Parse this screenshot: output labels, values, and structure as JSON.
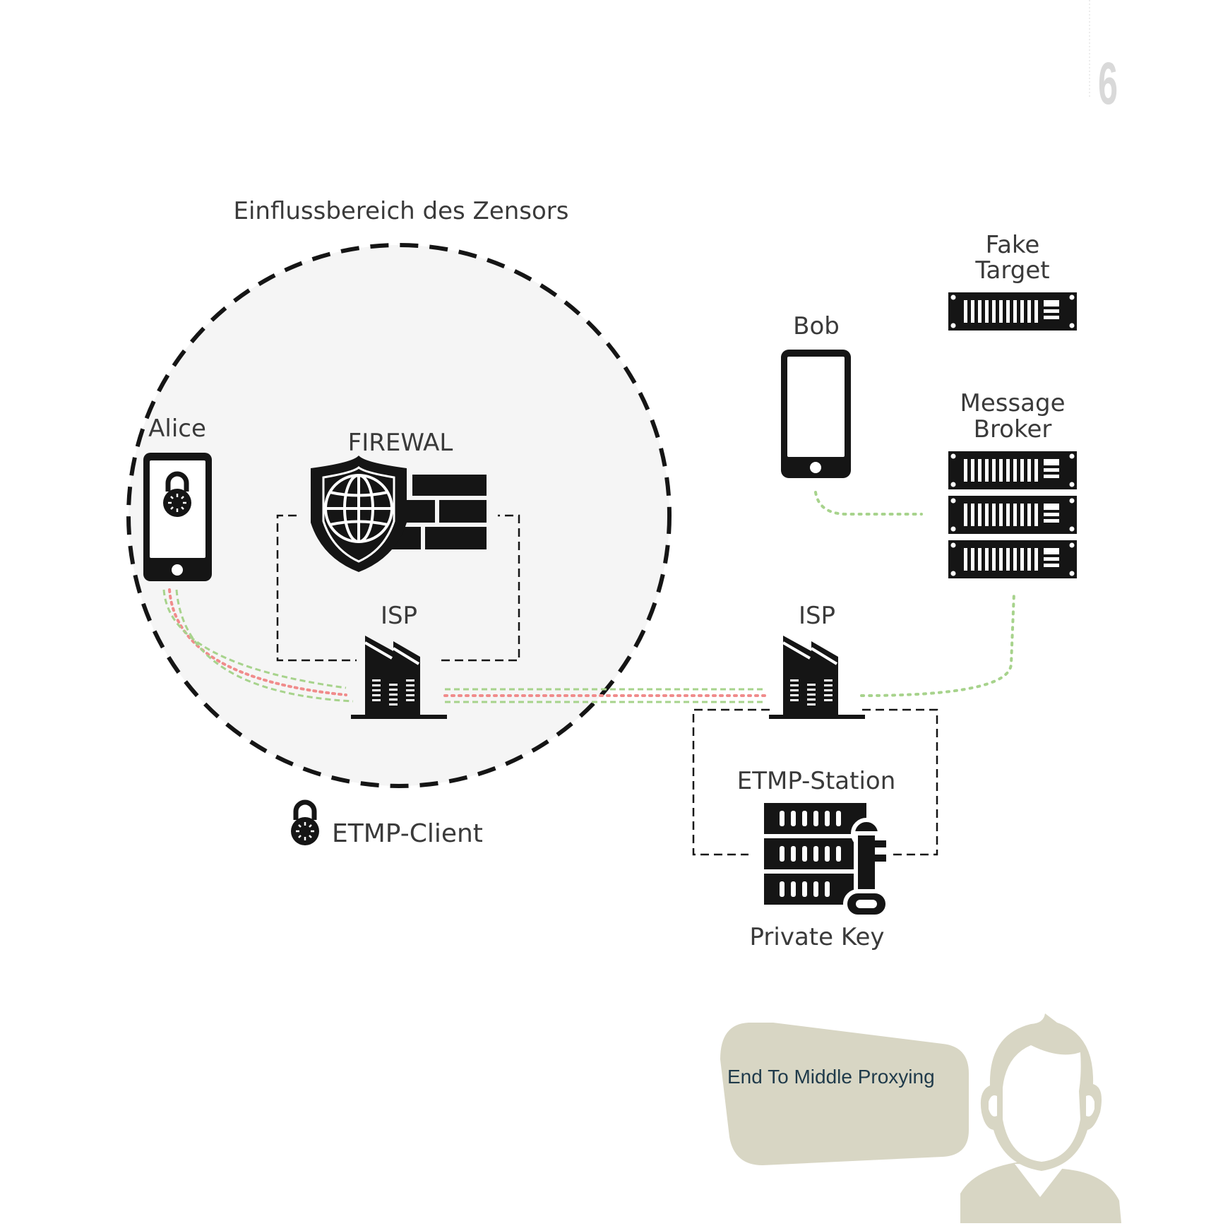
{
  "page_number": "6",
  "labels": {
    "zone": "Einflussbereich des Zensors",
    "alice": "Alice",
    "firewall": "FIREWAL",
    "isp_left": "ISP",
    "isp_right": "ISP",
    "bob": "Bob",
    "fake_target_1": "Fake",
    "fake_target_2": "Target",
    "broker_1": "Message",
    "broker_2": "Broker",
    "station": "ETMP-Station",
    "private_key": "Private Key",
    "legend_client": "ETMP-Client"
  },
  "bubble_text": "End To Middle Proxying",
  "colors": {
    "icon": "#151515",
    "zone_fill": "#f5f5f5",
    "red_path": "#f08b8b",
    "green_path": "#a7d38c",
    "bubble": "#d8d6c4",
    "avatar": "#d8d6c4",
    "text": "#3a3a3a",
    "page_number": "#d9d9d9"
  },
  "icons": [
    "phone-icon",
    "padlock-icon",
    "firewall-shield-icon",
    "factory-icon",
    "server-rack-icon",
    "key-icon",
    "user-avatar-icon"
  ]
}
